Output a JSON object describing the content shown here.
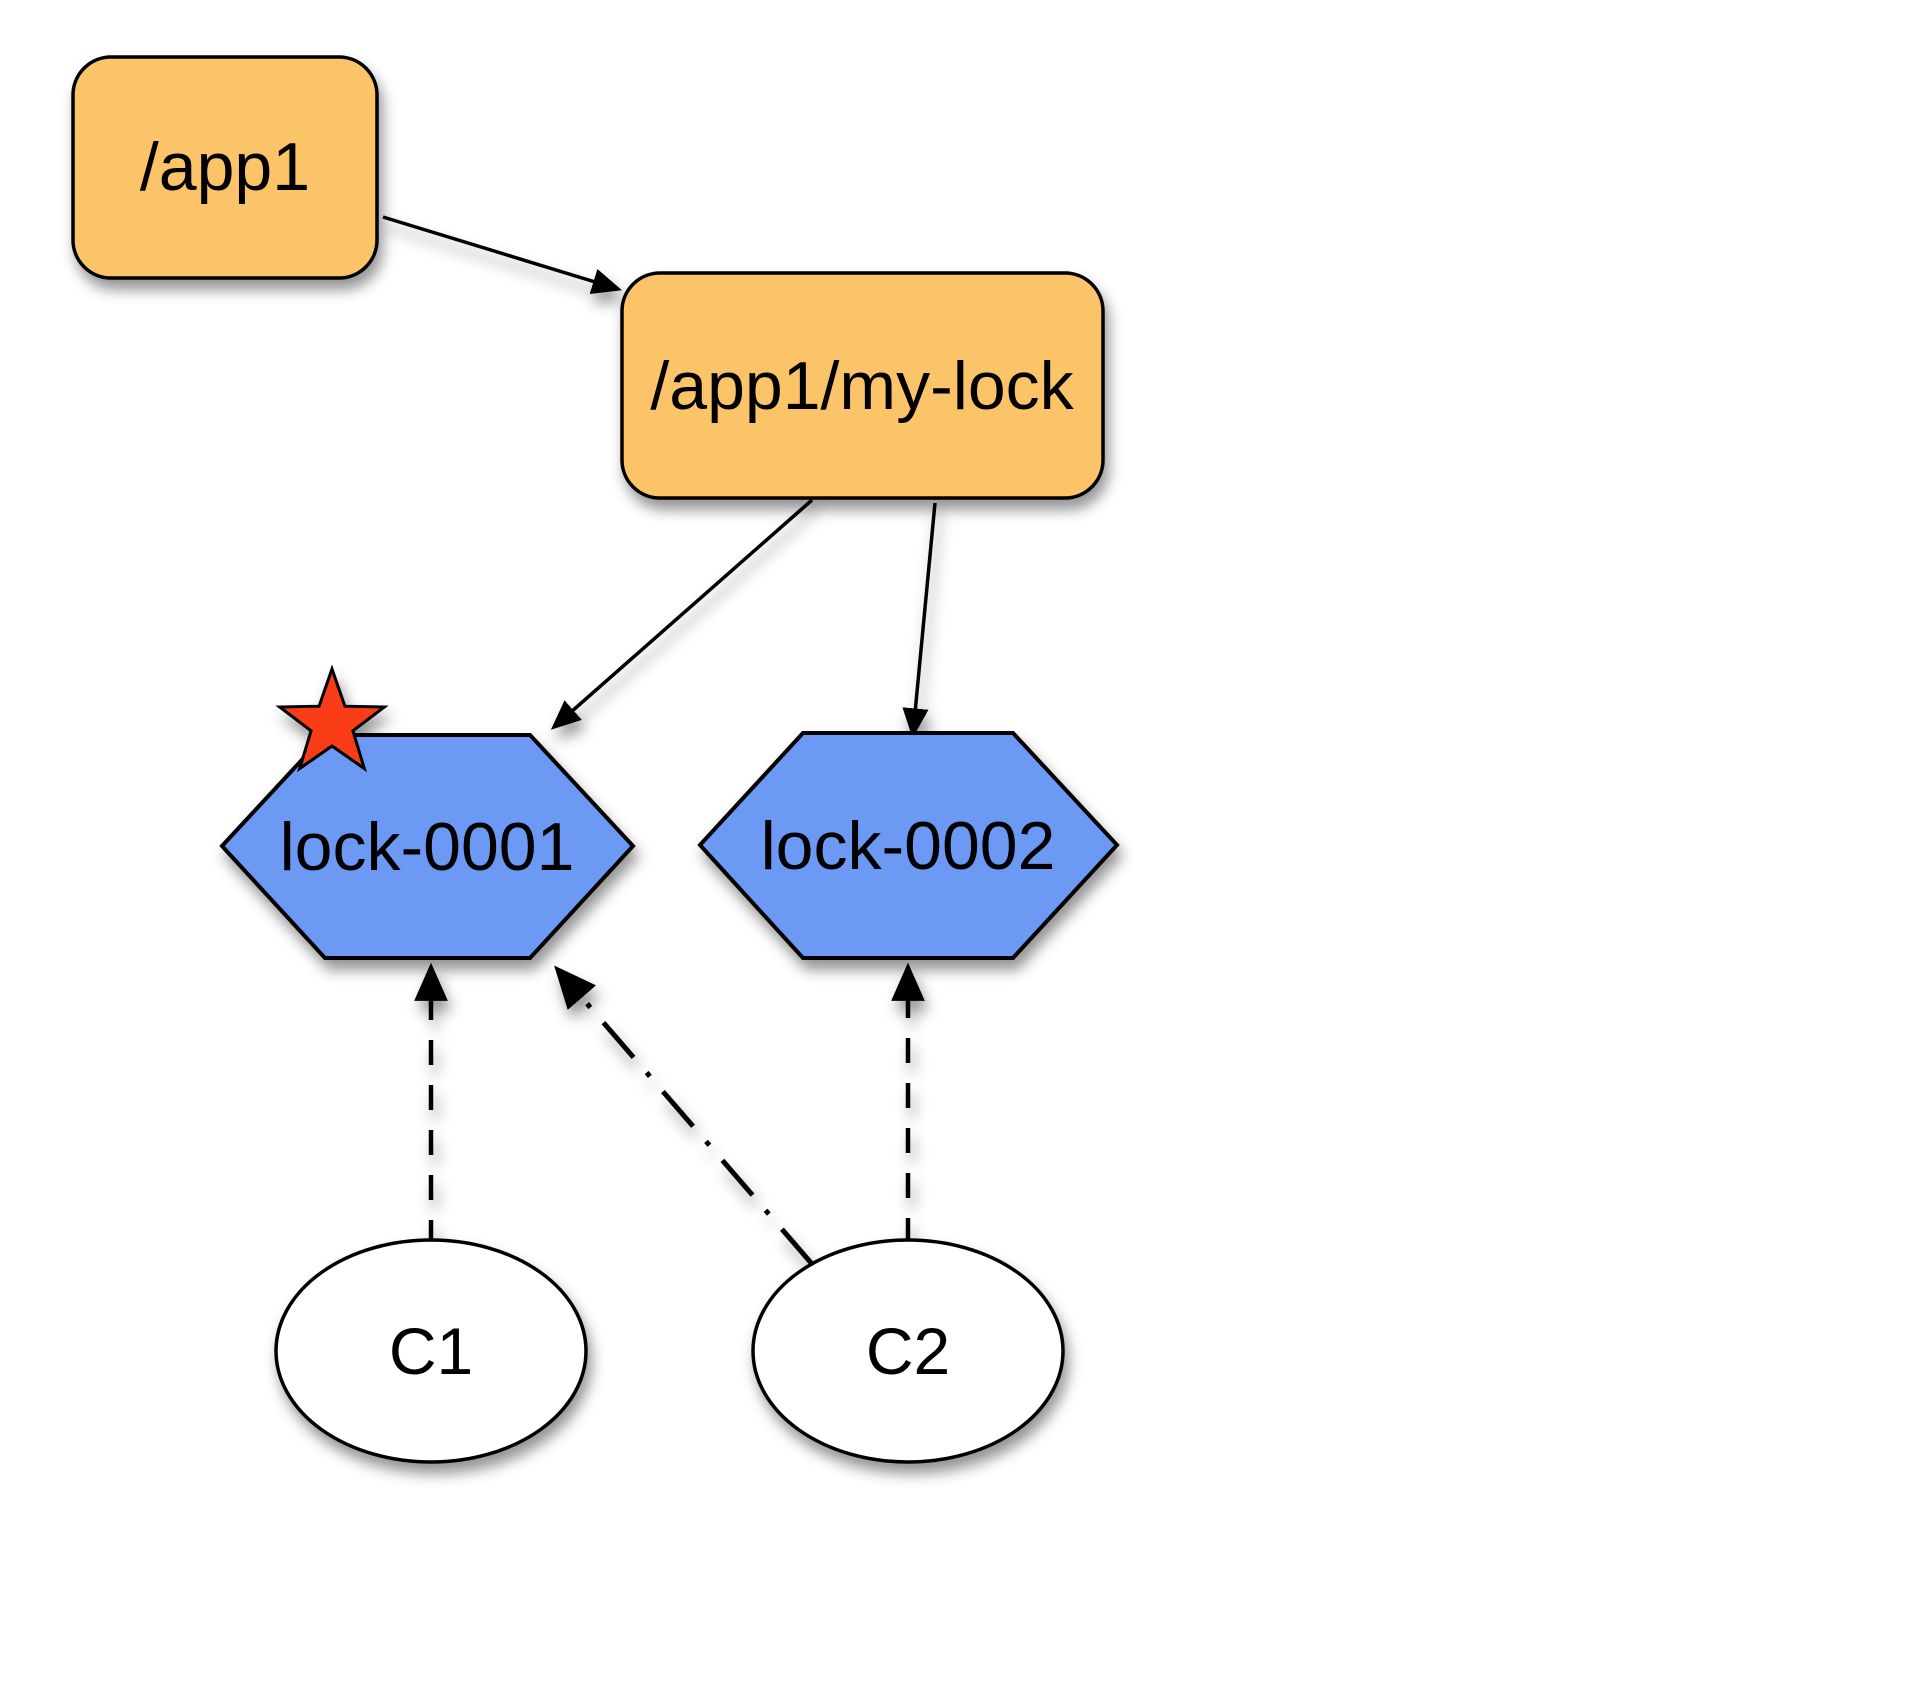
{
  "diagram": {
    "colors": {
      "znode_fill": "#FBC468",
      "lock_fill": "#6C99F3",
      "client_fill": "#FFFFFF",
      "star_fill": "#FA3D13",
      "stroke": "#000000",
      "background": "#FFFFFF"
    },
    "nodes": {
      "app1": {
        "label": "/app1",
        "type": "znode"
      },
      "my_lock": {
        "label": "/app1/my-lock",
        "type": "znode"
      },
      "lock1": {
        "label": "lock-0001",
        "type": "lock-znode",
        "has_star": true
      },
      "lock2": {
        "label": "lock-0002",
        "type": "lock-znode",
        "has_star": false
      },
      "c1": {
        "label": "C1",
        "type": "client"
      },
      "c2": {
        "label": "C2",
        "type": "client"
      }
    },
    "edges": [
      {
        "from": "app1",
        "to": "my_lock",
        "style": "solid"
      },
      {
        "from": "my_lock",
        "to": "lock1",
        "style": "solid"
      },
      {
        "from": "my_lock",
        "to": "lock2",
        "style": "solid"
      },
      {
        "from": "c1",
        "to": "lock1",
        "style": "dashed"
      },
      {
        "from": "c2",
        "to": "lock2",
        "style": "dashed"
      },
      {
        "from": "c2",
        "to": "lock1",
        "style": "dash-dot"
      }
    ]
  }
}
